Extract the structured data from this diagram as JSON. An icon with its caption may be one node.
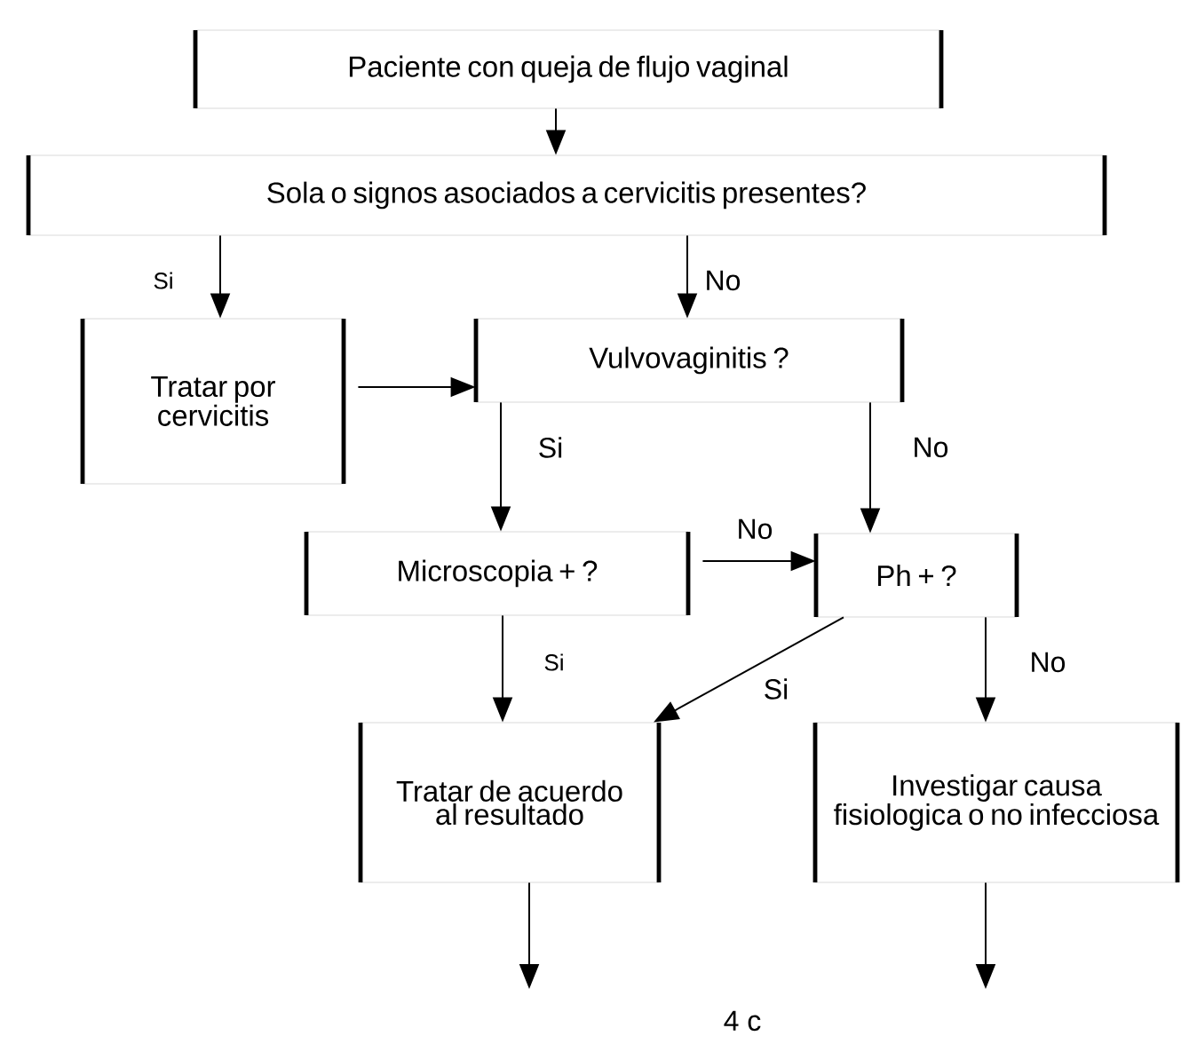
{
  "diagram": {
    "nodes": [
      {
        "text": [
          "Paciente con queja de flujo vaginal"
        ]
      },
      {
        "text": [
          "Sola o signos asociados a cervicitis presentes?"
        ]
      },
      {
        "text": [
          "Tratar por cervicitis"
        ]
      },
      {
        "text": [
          "Vulvovaginitis ?"
        ]
      },
      {
        "text": [
          "Microscopia + ?"
        ]
      },
      {
        "text": [
          "Ph + ?"
        ]
      },
      {
        "text": [
          "Tratar de acuerdo al resultado"
        ]
      },
      {
        "text": [
          "Investigar causa fisiologica o no infecciosa"
        ]
      }
    ],
    "edges": [
      {
        "from": 0,
        "to": 1,
        "arrow": "to"
      },
      {
        "from": 1,
        "to": 2,
        "arrow": "to",
        "label": "Si"
      },
      {
        "from": 1,
        "to": 3,
        "arrow": "to",
        "label": "No"
      },
      {
        "from": 2,
        "to": 3,
        "arrow": "to"
      },
      {
        "from": 3,
        "to": 4,
        "arrow": "to",
        "label": "Si"
      },
      {
        "from": 3,
        "to": 5,
        "arrow": "to",
        "label": "No"
      },
      {
        "from": 4,
        "to": 5,
        "arrow": "to",
        "label": "No"
      },
      {
        "from": 4,
        "to": 6,
        "arrow": "to",
        "label": "Si"
      },
      {
        "from": 5,
        "to": 6,
        "arrow": "to",
        "label": "Si"
      },
      {
        "from": 5,
        "to": 7,
        "arrow": "to",
        "label": "No"
      },
      {
        "from": 6,
        "to": null,
        "arrow": "to"
      },
      {
        "from": 7,
        "to": null,
        "arrow": "to"
      }
    ],
    "labels": [
      "4 c"
    ]
  }
}
